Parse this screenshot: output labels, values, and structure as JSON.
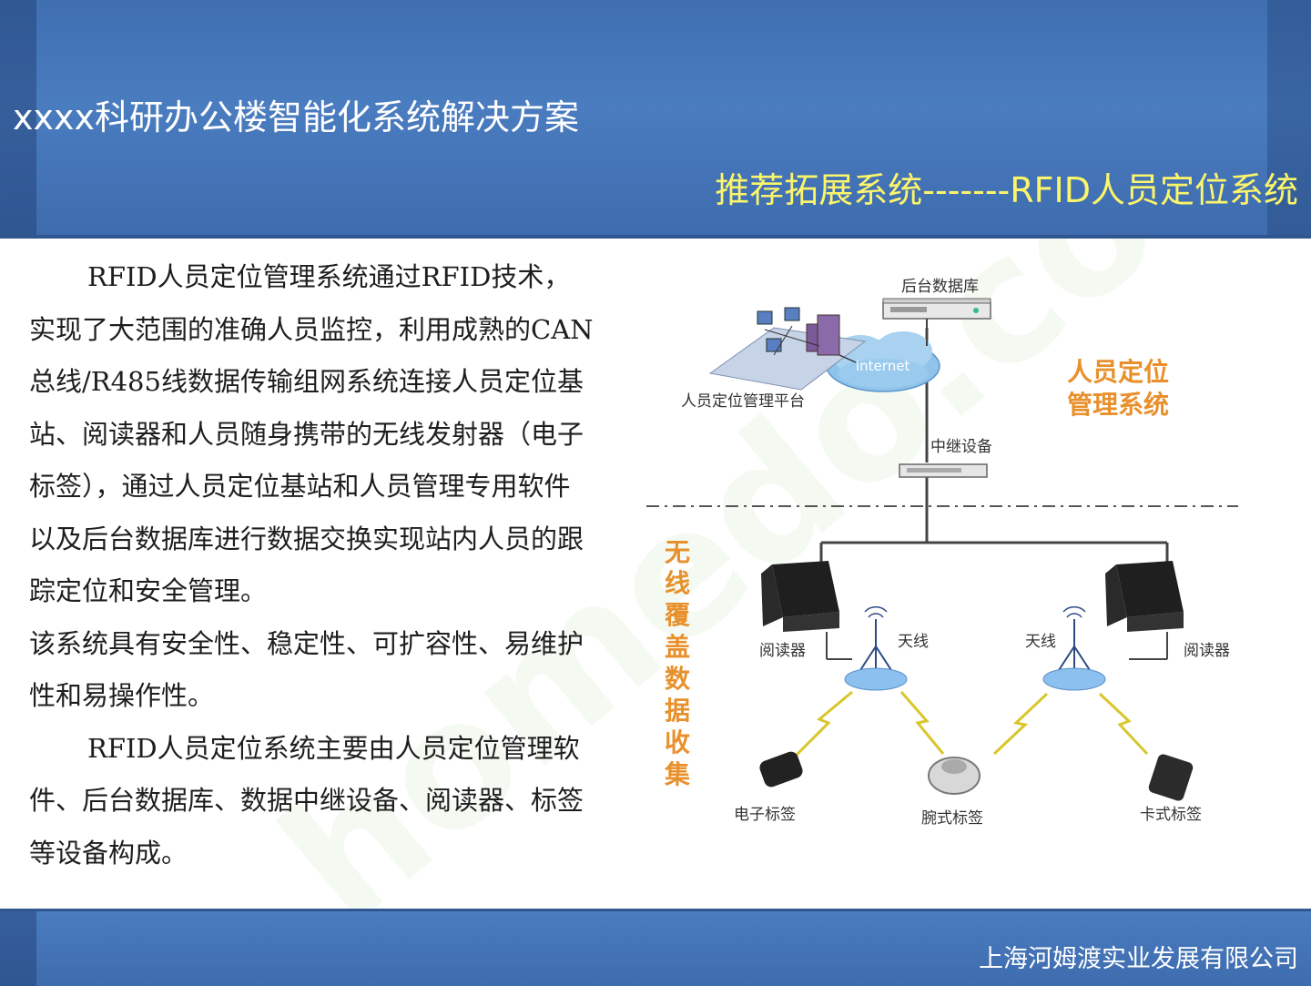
{
  "header": {
    "title": "xxxx科研办公楼智能化系统解决方案",
    "subtitle": "推荐拓展系统-------RFID人员定位系统"
  },
  "body": {
    "paragraph1": "RFID人员定位管理系统通过RFID技术，实现了大范围的准确人员监控，利用成熟的CAN总线/R485线数据传输组网系统连接人员定位基站、阅读器和人员随身携带的无线发射器（电子标签），通过人员定位基站和人员管理专用软件以及后台数据库进行数据交换实现站内人员的跟踪定位和安全管理。",
    "paragraph2": "该系统具有安全性、稳定性、可扩容性、易维护性和易操作性。",
    "paragraph3": "RFID人员定位系统主要由人员定位管理软件、后台数据库、数据中继设备、阅读器、标签等设备构成。"
  },
  "diagram": {
    "database_label": "后台数据库",
    "internet_label": "internet",
    "platform_label": "人员定位管理平台",
    "system_label_line1": "人员定位",
    "system_label_line2": "管理系统",
    "relay_label": "中继设备",
    "wireless_label": [
      "无",
      "线",
      "覆",
      "盖",
      "数",
      "据",
      "收",
      "集"
    ],
    "reader_left_label": "阅读器",
    "reader_right_label": "阅读器",
    "antenna_left_label": "天线",
    "antenna_right_label": "天线",
    "tag_electronic_label": "电子标签",
    "tag_wrist_label": "腕式标签",
    "tag_card_label": "卡式标签"
  },
  "footer": {
    "company": "上海河姆渡实业发展有限公司"
  },
  "watermark": "homedo.com"
}
